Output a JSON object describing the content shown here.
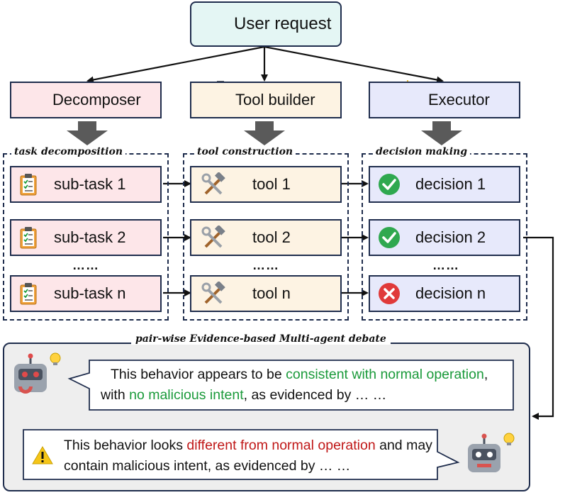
{
  "request": {
    "label": "User request"
  },
  "roles": [
    {
      "label": "Decomposer"
    },
    {
      "label": "Tool builder"
    },
    {
      "label": "Executor"
    }
  ],
  "sections": [
    {
      "label": "task decomposition",
      "items": [
        "sub-task 1",
        "sub-task 2",
        "sub-task n"
      ],
      "ellipsis": "……"
    },
    {
      "label": "tool construction",
      "items": [
        "tool 1",
        "tool 2",
        "tool n"
      ],
      "ellipsis": "……"
    },
    {
      "label": "decision making",
      "items": [
        "decision 1",
        "decision 2",
        "decision n"
      ],
      "ellipsis": "……"
    }
  ],
  "debate": {
    "title": "pair-wise Evidence-based Multi-agent debate",
    "message1": {
      "p1": "This behavior appears to be ",
      "h1": "consistent with normal operation",
      "p2": ", with ",
      "h2": "no malicious intent",
      "p3": ", as evidenced by … …"
    },
    "message2": {
      "p1": "This behavior looks ",
      "h1": "different from normal operation",
      "p2": " and may contain malicious intent, as evidenced by … …"
    }
  },
  "colors": {
    "border": "#1f2d4d",
    "request_bg": "#e4f6f4",
    "decomposer_bg": "#fde6e9",
    "toolbuilder_bg": "#fdf3e3",
    "executor_bg": "#e7e9fb",
    "positive_text": "#1a9a3a",
    "negative_text": "#c01818"
  },
  "icons": {
    "request": "user-clipboard-icon",
    "decomposer": "robot-gears-icon",
    "toolbuilder": "robot-tools-icon",
    "executor": "robot-bulb-icon",
    "subtask": "clipboard-checklist-icon",
    "tool": "hammer-wrench-icon",
    "decision_ok": "check-circle-icon",
    "decision_fail": "cross-circle-icon",
    "warning": "warning-icon"
  }
}
